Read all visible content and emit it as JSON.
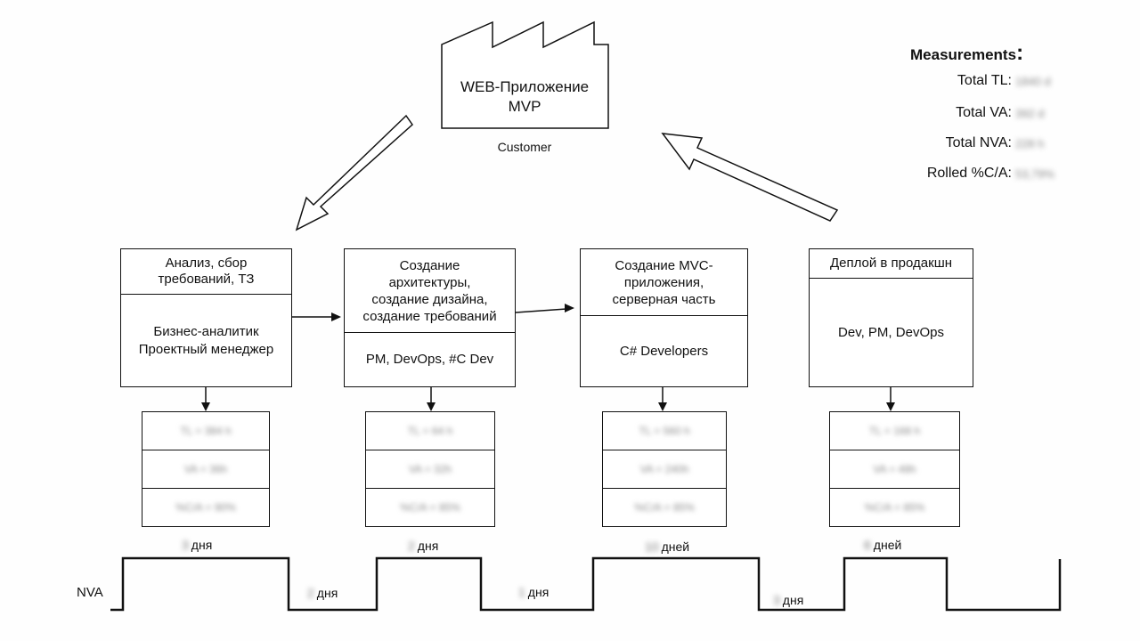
{
  "factory": {
    "title_line1": "WEB-Приложение",
    "title_line2": "MVP",
    "caption": "Customer"
  },
  "measurements": {
    "title": "Measurements",
    "rows": [
      {
        "label": "Total TL:",
        "value": "1840 d"
      },
      {
        "label": "Total VA:",
        "value": "392 d"
      },
      {
        "label": "Total NVA:",
        "value": "228 h"
      },
      {
        "label": "Rolled %C/A:",
        "value": "53,79%"
      }
    ]
  },
  "processes": [
    {
      "title": "Анализ, сбор\nтребований, ТЗ",
      "staff": "Бизнес-аналитик\nПроектный менеджер"
    },
    {
      "title": "Создание\nархитектуры,\nсоздание дизайна,\nсоздание требований",
      "staff": "PM, DevOps, #C Dev"
    },
    {
      "title": "Создание MVC-\nприложения,\nсерверная часть",
      "staff": "C# Developers"
    },
    {
      "title": "Деплой в продакшн",
      "staff": "Dev, PM, DevOps"
    }
  ],
  "data_boxes": [
    [
      "TL = 384 h",
      "VA = 36h",
      "%C/A = 90%"
    ],
    [
      "TL = 64 h",
      "VA = 32h",
      "%C/A = 85%"
    ],
    [
      "TL = 560 h",
      "VA = 240h",
      "%C/A = 85%"
    ],
    [
      "TL = 168 h",
      "VA = 48h",
      "%C/A = 85%"
    ]
  ],
  "timeline": {
    "va_days": [
      {
        "num": "3",
        "unit": "дня"
      },
      {
        "num": "2",
        "unit": "дня"
      },
      {
        "num": "10",
        "unit": "дней"
      },
      {
        "num": "6",
        "unit": "дней"
      }
    ],
    "nva_days": [
      {
        "num": "2",
        "unit": "дня"
      },
      {
        "num": "1",
        "unit": "дня"
      },
      {
        "num": "3",
        "unit": "дня"
      }
    ],
    "nva_label": "NVA"
  }
}
